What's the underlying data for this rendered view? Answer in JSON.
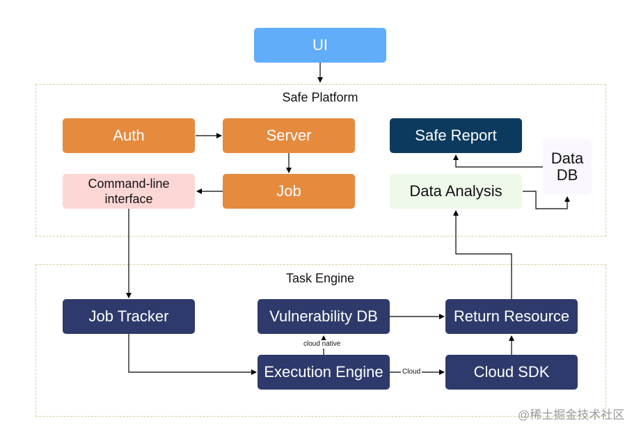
{
  "groups": {
    "safe_platform": "Safe Platform",
    "task_engine": "Task Engine"
  },
  "nodes": {
    "ui": "UI",
    "auth": "Auth",
    "server": "Server",
    "job": "Job",
    "cli": "Command-line interface",
    "safe_report": "Safe Report",
    "data_analysis": "Data Analysis",
    "data_db": "Data DB",
    "job_tracker": "Job Tracker",
    "vulnerability_db": "Vulnerability DB",
    "return_resource": "Return Resource",
    "execution_engine": "Execution Engine",
    "cloud_sdk": "Cloud SDK"
  },
  "edge_labels": {
    "cloud_native": "cloud native",
    "cloud": "Cloud"
  },
  "watermark": "@稀土掘金技术社区",
  "colors": {
    "orange": "#e68a3e",
    "navy": "#2e3a6b",
    "dark_blue": "#0c3a5e",
    "light_blue": "#61adf9",
    "pink": "#fdd7d6",
    "mint": "#eef9ea"
  }
}
